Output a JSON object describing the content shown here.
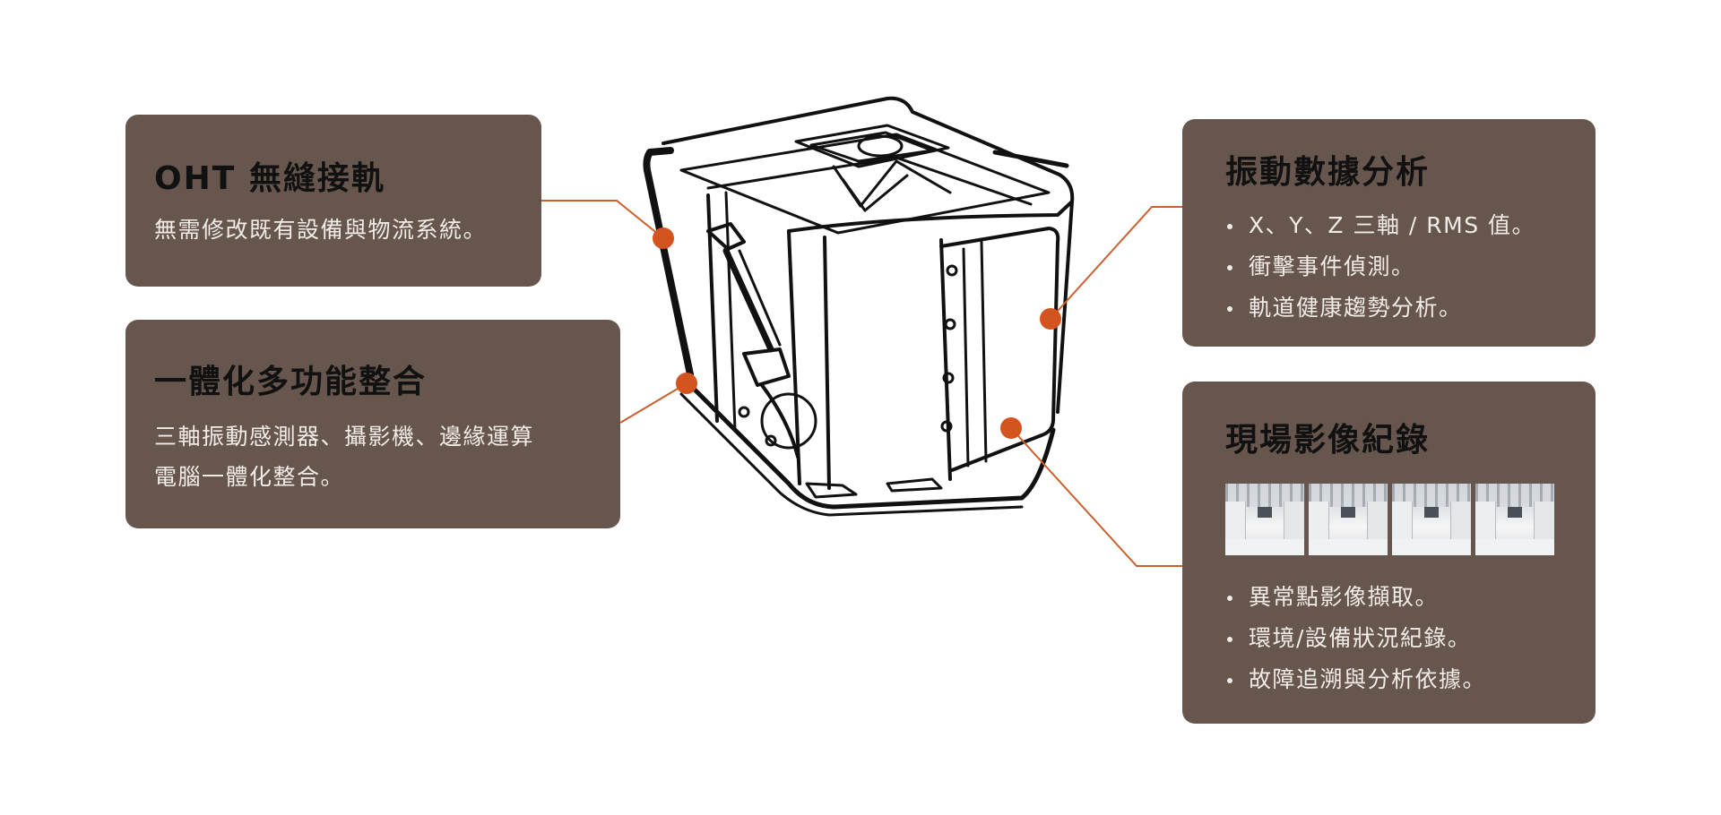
{
  "cards": {
    "oht": {
      "title": "OHT 無縫接軌",
      "text": "無需修改既有設備與物流系統。"
    },
    "integration": {
      "title": "一體化多功能整合",
      "line1": "三軸振動感測器、攝影機、邊緣運算",
      "line2": "電腦一體化整合。"
    },
    "vibration": {
      "title": "振動數據分析",
      "bullets": [
        "X、Y、Z 三軸 / RMS 值。",
        "衝擊事件偵測。",
        "軌道健康趨勢分析。"
      ]
    },
    "video": {
      "title": "現場影像紀錄",
      "bullets": [
        "異常點影像擷取。",
        "環境/設備狀況紀錄。",
        "故障追溯與分析依據。"
      ]
    }
  },
  "colors": {
    "card_bg": "#66564d",
    "callout": "#d4541f",
    "line": "#c9602e"
  },
  "icons": {
    "device": "oht-sensor-device-illustration"
  }
}
